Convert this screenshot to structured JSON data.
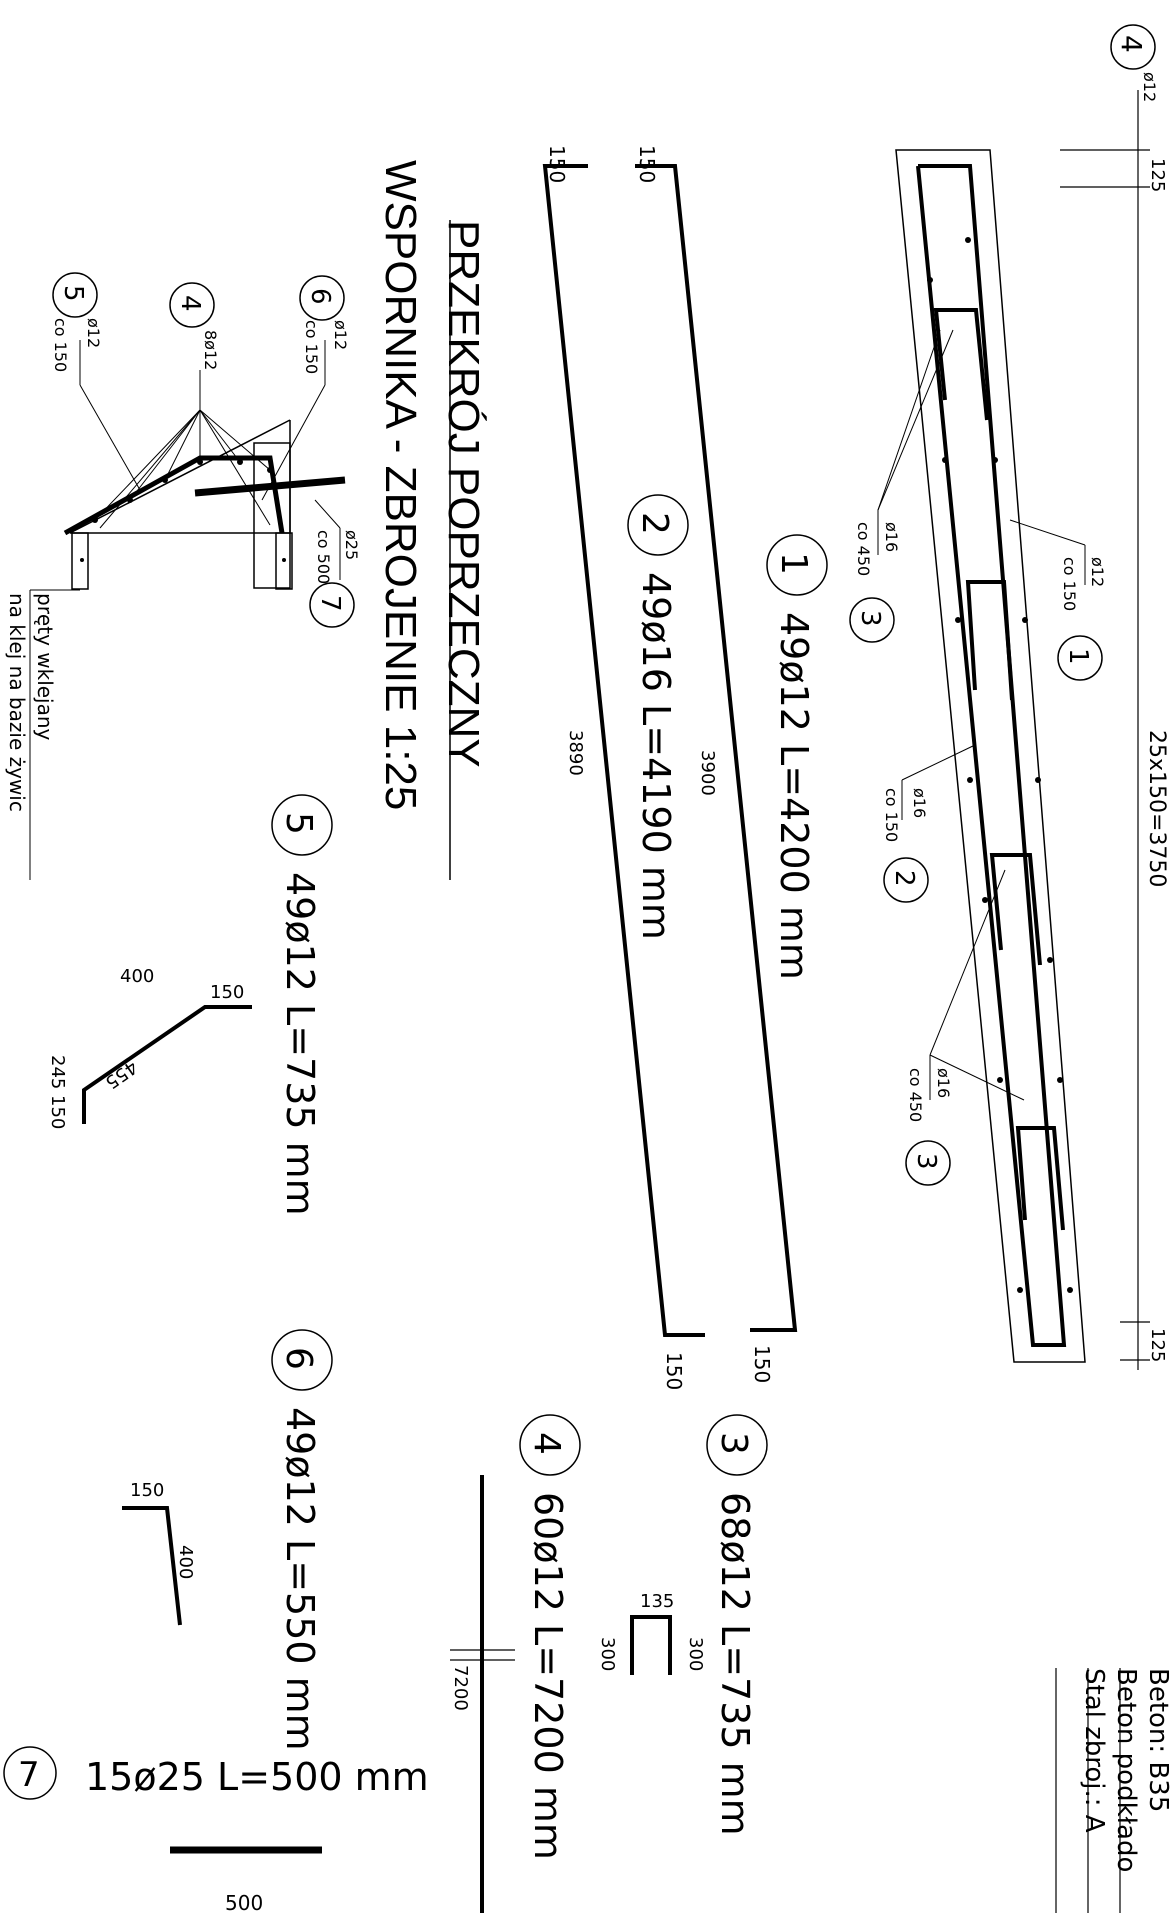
{
  "sheet": {
    "title_line1": "PRZEKRÓJ POPRZECZNY",
    "title_line2": "WSPORNIKA - ZBROJENIE 1:25",
    "spacing_dimension": "25x150=3750",
    "end_dimension": "125",
    "notes": {
      "beton_partial": "Beton:   B35",
      "beton_podkladowy": "Beton podkłado",
      "stal_zbroj": "Stal zbroj.:   A"
    },
    "glued_bars_label_1": "pręty wklejany",
    "glued_bars_label_2": "na klej na bazie żywic"
  },
  "bars": [
    {
      "id": "1",
      "spec": "49ø12   L=4200 mm"
    },
    {
      "id": "2",
      "spec": "49ø16   L=4190 mm"
    },
    {
      "id": "3",
      "spec": "68ø12   L=735 mm"
    },
    {
      "id": "4",
      "spec": "60ø12   L=7200 mm"
    },
    {
      "id": "5",
      "spec": "49ø12   L=735 mm"
    },
    {
      "id": "6",
      "spec": "49ø12   L=550 mm"
    },
    {
      "id": "7",
      "spec": "15ø25    L=500  mm"
    }
  ],
  "callouts": {
    "plan_4": {
      "num": "4",
      "dia": "ø12"
    },
    "plan_1": {
      "num": "1",
      "dia": "ø12",
      "spacing": "co 150"
    },
    "plan_3a": {
      "num": "3",
      "dia": "ø16",
      "spacing": "co 450"
    },
    "plan_2": {
      "num": "2",
      "dia": "ø16",
      "spacing": "co 150"
    },
    "plan_3b": {
      "num": "3",
      "dia": "ø16",
      "spacing": "co 450"
    },
    "sec_5": {
      "num": "5",
      "dia": "ø12",
      "spacing": "co 150"
    },
    "sec_4": {
      "num": "4",
      "dia": "8ø12"
    },
    "sec_6": {
      "num": "6",
      "dia": "ø12",
      "spacing": "co 150"
    },
    "sec_7": {
      "num": "7",
      "dia": "ø25",
      "spacing": "co 500"
    }
  },
  "dims": {
    "bar1_hook_top": "150",
    "bar1_hook_bottom": "150",
    "bar1_length": "3900",
    "bar2_hook_top": "150",
    "bar2_hook_bottom": "150",
    "bar2_length": "3890",
    "bar3_hook": "135",
    "bar3_leg_a": "300",
    "bar3_leg_b": "300",
    "bar4_length": "7200",
    "bar5_a": "400",
    "bar5_b": "150",
    "bar5_c": "245",
    "bar5_d": "150",
    "bar5_diag": "455",
    "bar6_a": "150",
    "bar6_b": "400",
    "bar7_length": "500"
  }
}
